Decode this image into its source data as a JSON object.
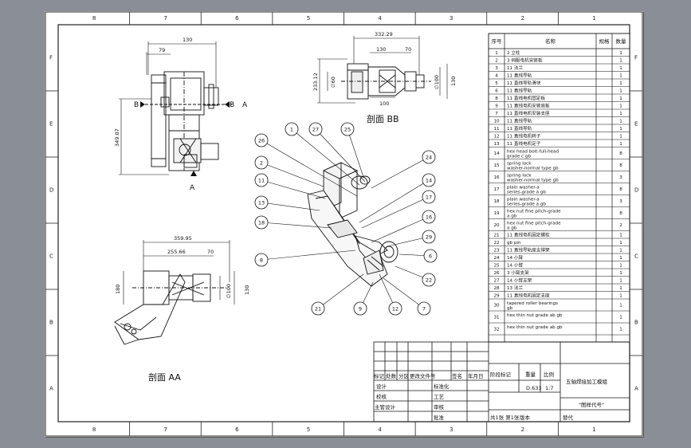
{
  "drawing": {
    "zones_x": [
      "8",
      "7",
      "6",
      "5",
      "4",
      "3",
      "2",
      "1"
    ],
    "zones_y": [
      "F",
      "E",
      "D",
      "C",
      "B",
      "A"
    ],
    "section_bb": "剖面 BB",
    "section_aa": "剖面 AA",
    "arrow_a": "A",
    "arrow_b": "B",
    "dims": {
      "top_130": "130",
      "top_79": "79",
      "left_349": "349.07",
      "right_top_332": "332.29",
      "right_top_130": "130",
      "right_top_70": "70",
      "right_top_233": "233.12",
      "right_top_d60": "∅60",
      "right_top_d100": "∅100",
      "right_top_130b": "130",
      "right_top_100": "100",
      "aa_359": "359.95",
      "aa_255": "255.66",
      "aa_70": "70",
      "aa_180": "180",
      "aa_d100": "∅100",
      "aa_130": "130"
    },
    "balloons": [
      "1",
      "27",
      "25",
      "26",
      "24",
      "2",
      "14",
      "11",
      "17",
      "13",
      "16",
      "18",
      "29",
      "8",
      "6",
      "22",
      "21",
      "9",
      "12",
      "7"
    ]
  },
  "bom": {
    "headers": [
      "序号",
      "名称",
      "规格",
      "数量"
    ],
    "rows": [
      {
        "no": "1",
        "name": "2 立柱",
        "qty": "1"
      },
      {
        "no": "2",
        "name": "3 伺服电机安装板",
        "qty": "1"
      },
      {
        "no": "3",
        "name": "11 法兰",
        "qty": "1"
      },
      {
        "no": "4",
        "name": "11 直线导轨",
        "qty": "1"
      },
      {
        "no": "5",
        "name": "11 直线导轨滑块",
        "qty": "1"
      },
      {
        "no": "6",
        "name": "11 直线导轨",
        "qty": "1"
      },
      {
        "no": "8",
        "name": "11 直线电机固定板",
        "qty": "1"
      },
      {
        "no": "9",
        "name": "11 直线电机安装底板",
        "qty": "1"
      },
      {
        "no": "7",
        "name": "11 直线电机安装支座",
        "qty": "1"
      },
      {
        "no": "10",
        "name": "11 直线导轨",
        "qty": "1"
      },
      {
        "no": "11",
        "name": "11 直线导轨",
        "qty": "1"
      },
      {
        "no": "12",
        "name": "11 直线电机转子",
        "qty": "1"
      },
      {
        "no": "13",
        "name": "11 直线电机定子",
        "qty": "1"
      },
      {
        "no": "14",
        "name": "hex head bolt-full-head grade c gb",
        "qty": "8"
      },
      {
        "no": "15",
        "name": "spring lock washer-normal type gb",
        "qty": "8"
      },
      {
        "no": "16",
        "name": "spring lock washer-normal type gb",
        "qty": "3"
      },
      {
        "no": "17",
        "name": "plain washer-a series-grade a gb",
        "qty": "8"
      },
      {
        "no": "18",
        "name": "plain washer-a series-grade a gb",
        "qty": "3"
      },
      {
        "no": "19",
        "name": "hex nut fine pitch-grade a gb",
        "qty": "8"
      },
      {
        "no": "20",
        "name": "hex nut fine pitch-grade a gb",
        "qty": "2"
      },
      {
        "no": "21",
        "name": "11 直线电机固定螺栓",
        "qty": "1"
      },
      {
        "no": "22",
        "name": "gb pin",
        "qty": "1"
      },
      {
        "no": "23",
        "name": "11 直线导轨座支撑架",
        "qty": "1"
      },
      {
        "no": "24",
        "name": "14 小臂",
        "qty": "1"
      },
      {
        "no": "25",
        "name": "14 小臂",
        "qty": "1"
      },
      {
        "no": "26",
        "name": "3 小臂支架",
        "qty": "1"
      },
      {
        "no": "27",
        "name": "14 小臂支架",
        "qty": "1"
      },
      {
        "no": "28",
        "name": "13 法兰",
        "qty": "1"
      },
      {
        "no": "29",
        "name": "11 直线电机固定支座",
        "qty": "1"
      },
      {
        "no": "30",
        "name": "tapered roller bearings gb",
        "qty": "1"
      },
      {
        "no": "31",
        "name": "hex thin nut grade ab gb",
        "qty": "1"
      },
      {
        "no": "32",
        "name": "hex thin nut grade ab gb",
        "qty": "1"
      }
    ]
  },
  "title_block": {
    "row1": [
      "标记",
      "处数",
      "分区",
      "更改文件号",
      "签名",
      "年月日"
    ],
    "designer": "设计",
    "standard": "标准化",
    "check": "校核",
    "process": "工艺",
    "main_design": "主管设计",
    "review": "审核",
    "approve": "批准",
    "stage_mark": "阶段标记",
    "weight": "重量",
    "scale": "比例",
    "drawing_no": "D.633",
    "scale_value": "1:7",
    "title": "五轴焊接加工模组",
    "drawing_code": "\"图样代号\"",
    "sheets": "共1张 第1张",
    "version": "版本",
    "replace": "替代"
  }
}
